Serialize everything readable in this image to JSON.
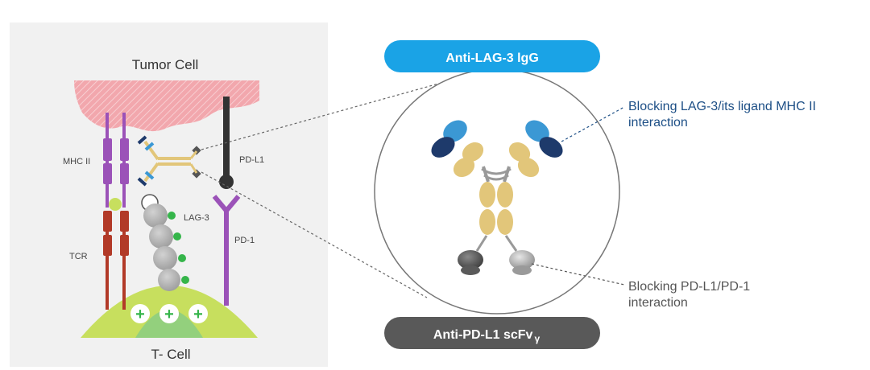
{
  "left_panel": {
    "tumor_cell_label": "Tumor Cell",
    "t_cell_label": "T- Cell",
    "mhc_label": "MHC II",
    "tcr_label": "TCR",
    "lag3_label": "LAG-3",
    "pdl1_label": "PD-L1",
    "pd1_label": "PD-1",
    "plus_sign": "+"
  },
  "right_panel": {
    "top_pill_label": "Anti-LAG-3 lgG",
    "bottom_pill_label": "Anti-PD-L1 scFv",
    "bottom_pill_subscript": "γ",
    "callout_top_line1": "Blocking LAG-3/its ligand MHC II",
    "callout_top_line2": "interaction",
    "callout_bottom_line1": "Blocking PD-L1/PD-1",
    "callout_bottom_line2": "interaction"
  },
  "colors": {
    "panel_bg": "#f1f1f1",
    "tumor_pink": "#f2a7ad",
    "tcell_green": "#c7df5e",
    "tcell_inner_green": "#93d07d",
    "purple": "#9b52b8",
    "dark_red": "#b23a28",
    "gray_bead": "#b4b4b4",
    "green_dot": "#35b54a",
    "pill_blue": "#1aa3e6",
    "pill_dark": "#595959",
    "callout_blue": "#1d4f86",
    "antibody_gold": "#e2c67a",
    "antibody_navy": "#1e3a6b",
    "antibody_lightblue": "#3b98d4"
  }
}
